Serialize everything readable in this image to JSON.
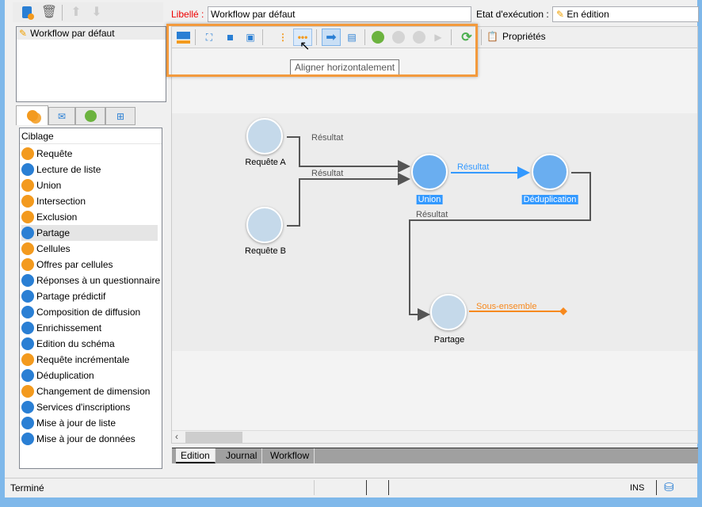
{
  "left_toolbar": {
    "icons": [
      "new-workflow-icon",
      "delete-icon",
      "move-up-icon",
      "move-down-icon"
    ]
  },
  "workflow_list": [
    {
      "label": "Workflow par défaut",
      "icon": "pencil-icon"
    }
  ],
  "palette_tabs": [
    "targeting-icon",
    "delivery-icon",
    "flow-control-icon",
    "tools-icon"
  ],
  "palette": {
    "header": "Ciblage",
    "items": [
      "Requête",
      "Lecture de liste",
      "Union",
      "Intersection",
      "Exclusion",
      "Partage",
      "Cellules",
      "Offres par cellules",
      "Réponses à un questionnaire",
      "Partage prédictif",
      "Composition de diffusion",
      "Enrichissement",
      "Edition du schéma",
      "Requête incrémentale",
      "Déduplication",
      "Changement de dimension",
      "Services d'inscriptions",
      "Mise à jour de liste",
      "Mise à jour de données"
    ],
    "selected": "Partage"
  },
  "header": {
    "label_caption": "Libellé :",
    "label_value": "Workflow par défaut",
    "state_caption": "Etat d'exécution :",
    "state_value": "En édition"
  },
  "toolbar": {
    "properties_label": "Propriétés",
    "tooltip": "Aligner horizontalement",
    "highlight_color": "#f39a3d"
  },
  "diagram": {
    "nodes": [
      {
        "label": "Requête A"
      },
      {
        "label": "Requête B"
      },
      {
        "label": "Union",
        "selected": true
      },
      {
        "label": "Déduplication",
        "selected": true
      },
      {
        "label": "Partage"
      }
    ],
    "edges": [
      {
        "label": "Résultat"
      },
      {
        "label": "Résultat"
      },
      {
        "label": "Résultat",
        "color": "#3399ff"
      },
      {
        "label": "Résultat"
      },
      {
        "label": "Sous-ensemble",
        "color": "#f7891e"
      }
    ]
  },
  "bottom_tabs": [
    "Edition",
    "Journal",
    "Workflow"
  ],
  "status": {
    "text": "Terminé",
    "mode": "INS"
  }
}
